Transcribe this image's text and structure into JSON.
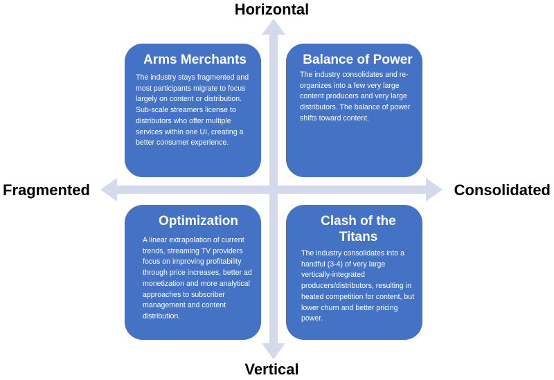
{
  "axes": {
    "top": "Horizontal",
    "bottom": "Vertical",
    "left": "Fragmented",
    "right": "Consolidated"
  },
  "colors": {
    "box": "#4472c4",
    "arrow": "#d5d9ec",
    "text_on_box": "#ffffff"
  },
  "quadrants": {
    "top_left": {
      "title": "Arms Merchants",
      "body": "The industry stays fragmented and most participants migrate to focus largely on content or distribution. Sub-scale streamers license to distributors who offer multiple services within one UI, creating a better consumer experience."
    },
    "top_right": {
      "title": "Balance of Power",
      "body": "The industry consolidates and re-organizes into a few very large content producers and very large distributors. The balance of power shifts toward content."
    },
    "bottom_left": {
      "title": "Optimization",
      "body": "A linear extrapolation of current trends, streaming TV providers focus on improving profitability through price increases, better ad monetization and more analytical approaches to subscriber management and content distribution."
    },
    "bottom_right": {
      "title": "Clash of the Titans",
      "body": "The industry consolidates into a handful (3-4) of very large vertically-integrated producers/distributors, resulting in heated competition for content, but lower churn and better pricing power."
    }
  }
}
